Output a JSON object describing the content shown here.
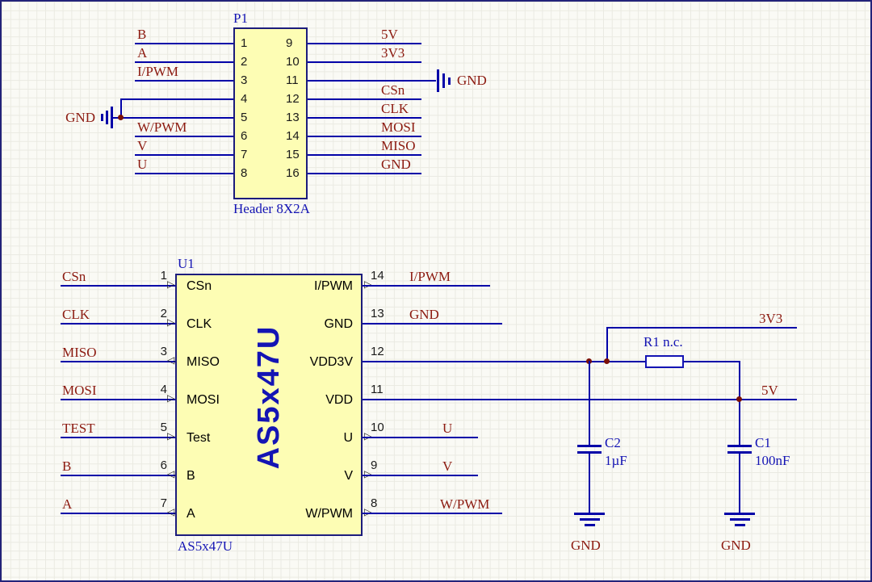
{
  "colors": {
    "wire": "#0202A8",
    "net-label": "#8C1A10",
    "designator": "#1414B4",
    "body-fill": "#FDFDB4",
    "body-border": "#1C1C7C",
    "junction": "#7A1008",
    "sheet-border": "#23237A",
    "grid": "#EAEAE2",
    "pin-text": "#000000"
  },
  "icons": {
    "pin_arrow_right": "▷",
    "pin_arrow_left": "◁"
  },
  "header": {
    "designator": "P1",
    "comment": "Header 8X2A",
    "gnd_left": "GND",
    "gnd_right": "GND",
    "left_pins": [
      {
        "num": "1",
        "net": "B"
      },
      {
        "num": "2",
        "net": "A"
      },
      {
        "num": "3",
        "net": "I/PWM"
      },
      {
        "num": "4",
        "net": ""
      },
      {
        "num": "5",
        "net": ""
      },
      {
        "num": "6",
        "net": "W/PWM"
      },
      {
        "num": "7",
        "net": "V"
      },
      {
        "num": "8",
        "net": "U"
      }
    ],
    "right_pins": [
      {
        "num": "9",
        "net": "5V"
      },
      {
        "num": "10",
        "net": "3V3"
      },
      {
        "num": "11",
        "net": ""
      },
      {
        "num": "12",
        "net": "CSn"
      },
      {
        "num": "13",
        "net": "CLK"
      },
      {
        "num": "14",
        "net": "MOSI"
      },
      {
        "num": "15",
        "net": "MISO"
      },
      {
        "num": "16",
        "net": "GND"
      }
    ]
  },
  "chip": {
    "designator": "U1",
    "comment": "AS5x47U",
    "body_text": "AS5x47U",
    "left_pins": [
      {
        "num": "1",
        "name": "CSn",
        "net": "CSn"
      },
      {
        "num": "2",
        "name": "CLK",
        "net": "CLK"
      },
      {
        "num": "3",
        "name": "MISO",
        "net": "MISO"
      },
      {
        "num": "4",
        "name": "MOSI",
        "net": "MOSI"
      },
      {
        "num": "5",
        "name": "Test",
        "net": "TEST"
      },
      {
        "num": "6",
        "name": "B",
        "net": "B"
      },
      {
        "num": "7",
        "name": "A",
        "net": "A"
      }
    ],
    "right_pins": [
      {
        "num": "14",
        "name": "I/PWM",
        "net": "I/PWM"
      },
      {
        "num": "13",
        "name": "GND",
        "net": "GND"
      },
      {
        "num": "12",
        "name": "VDD3V",
        "net": ""
      },
      {
        "num": "11",
        "name": "VDD",
        "net": ""
      },
      {
        "num": "10",
        "name": "U",
        "net": "U"
      },
      {
        "num": "9",
        "name": "V",
        "net": "V"
      },
      {
        "num": "8",
        "name": "W/PWM",
        "net": "W/PWM"
      }
    ]
  },
  "power": {
    "rail_3v3": "3V3",
    "rail_5v": "5V",
    "gnd_c2": "GND",
    "gnd_c1": "GND"
  },
  "resistor": {
    "label": "R1  n.c."
  },
  "capacitors": {
    "c2": {
      "designator": "C2",
      "value": "1µF"
    },
    "c1": {
      "designator": "C1",
      "value": "100nF"
    }
  }
}
